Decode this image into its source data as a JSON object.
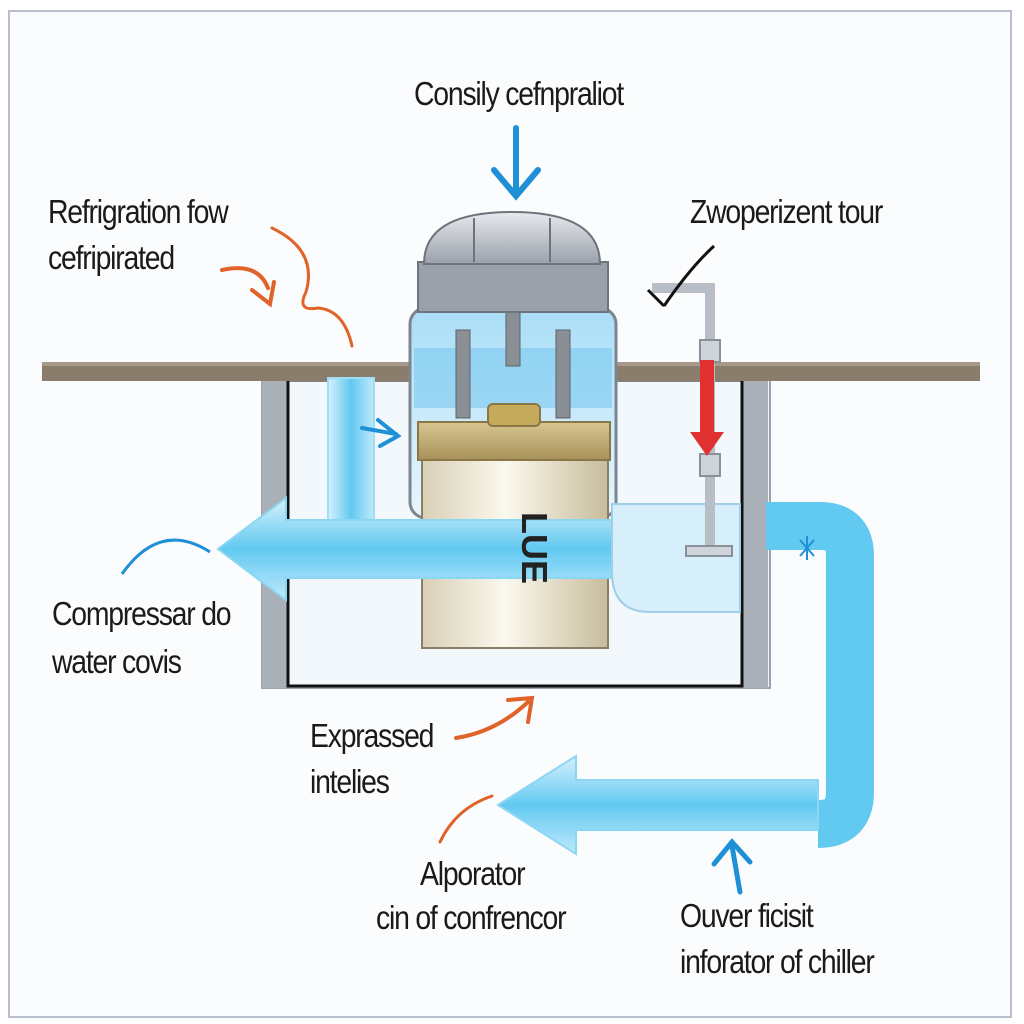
{
  "labels": {
    "top": "Consily cefnpraliot",
    "refrigeration_line1": "Refrigration fow",
    "refrigeration_line2": "cefripirated",
    "zwoperizent": "Zwoperizent tour",
    "compressor_line1": "Compressar do",
    "compressor_line2": "water covis",
    "expressed_line1": "Exprassed",
    "expressed_line2": "intelies",
    "alporator_line1": "Alporator",
    "alporator_line2": "cin of confrencor",
    "ouver_line1": "Ouver ficisit",
    "ouver_line2": "inforator of chiller",
    "tank_label": "LUE"
  },
  "colors": {
    "pipe_blue": "#5cc8f0",
    "arrow_blue": "#1f8fd6",
    "accent_orange": "#e0642a",
    "flow_red": "#e03030",
    "deck_brown": "#8b7d6b",
    "tank_gold": "#c9b27a"
  }
}
